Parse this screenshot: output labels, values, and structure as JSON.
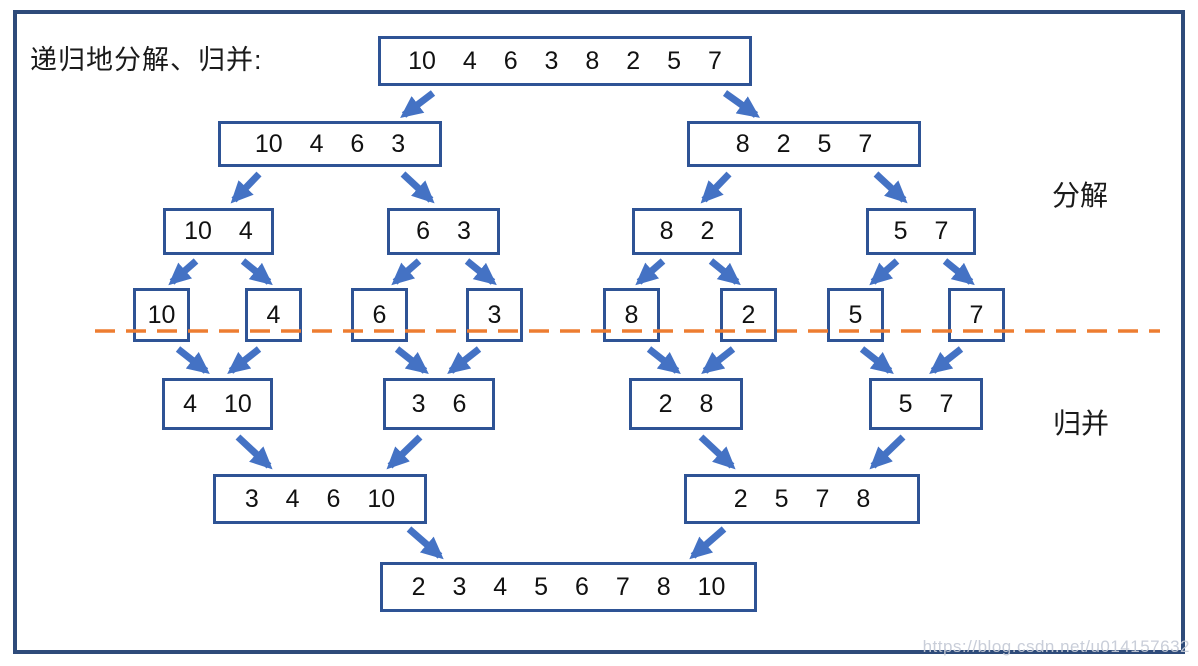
{
  "title": "递归地分解、归并:",
  "stage_labels": {
    "decompose": "分解",
    "merge": "归并"
  },
  "watermark": "https://blog.csdn.net/u014157632",
  "colors": {
    "frame_border": "#2e4b7a",
    "box_border": "#2e5395",
    "arrow": "#4472c4",
    "divider": "#ed7d31"
  },
  "tree": {
    "decompose_levels": [
      {
        "boxes": [
          "10 4 6 3 8 2 5 7"
        ]
      },
      {
        "boxes": [
          "10 4 6 3",
          "8 2 5 7"
        ]
      },
      {
        "boxes": [
          "10 4",
          "6 3",
          "8 2",
          "5 7"
        ]
      },
      {
        "boxes": [
          "10",
          "4",
          "6",
          "3",
          "8",
          "2",
          "5",
          "7"
        ]
      }
    ],
    "merge_levels": [
      {
        "boxes": [
          "4 10",
          "3 6",
          "2 8",
          "5 7"
        ]
      },
      {
        "boxes": [
          "3 4 6 10",
          "2 5 7 8"
        ]
      },
      {
        "boxes": [
          "2 3 4 5 6 7 8 10"
        ]
      }
    ]
  }
}
